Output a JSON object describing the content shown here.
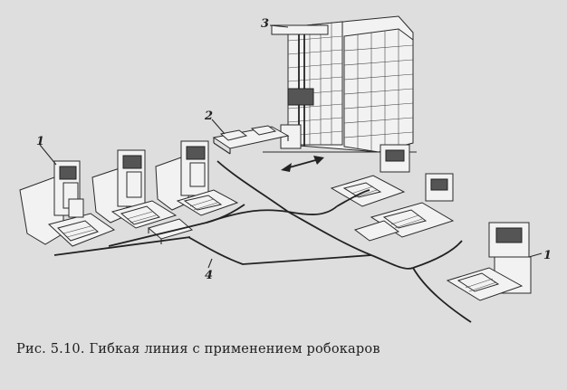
{
  "figure": {
    "callouts": {
      "machine_1_left": "1",
      "conveyor_2": "2",
      "warehouse_3": "3",
      "track_4": "4",
      "machine_1_right": "1"
    },
    "caption": "Рис. 5.10. Гибкая линия с применением робокаров"
  }
}
